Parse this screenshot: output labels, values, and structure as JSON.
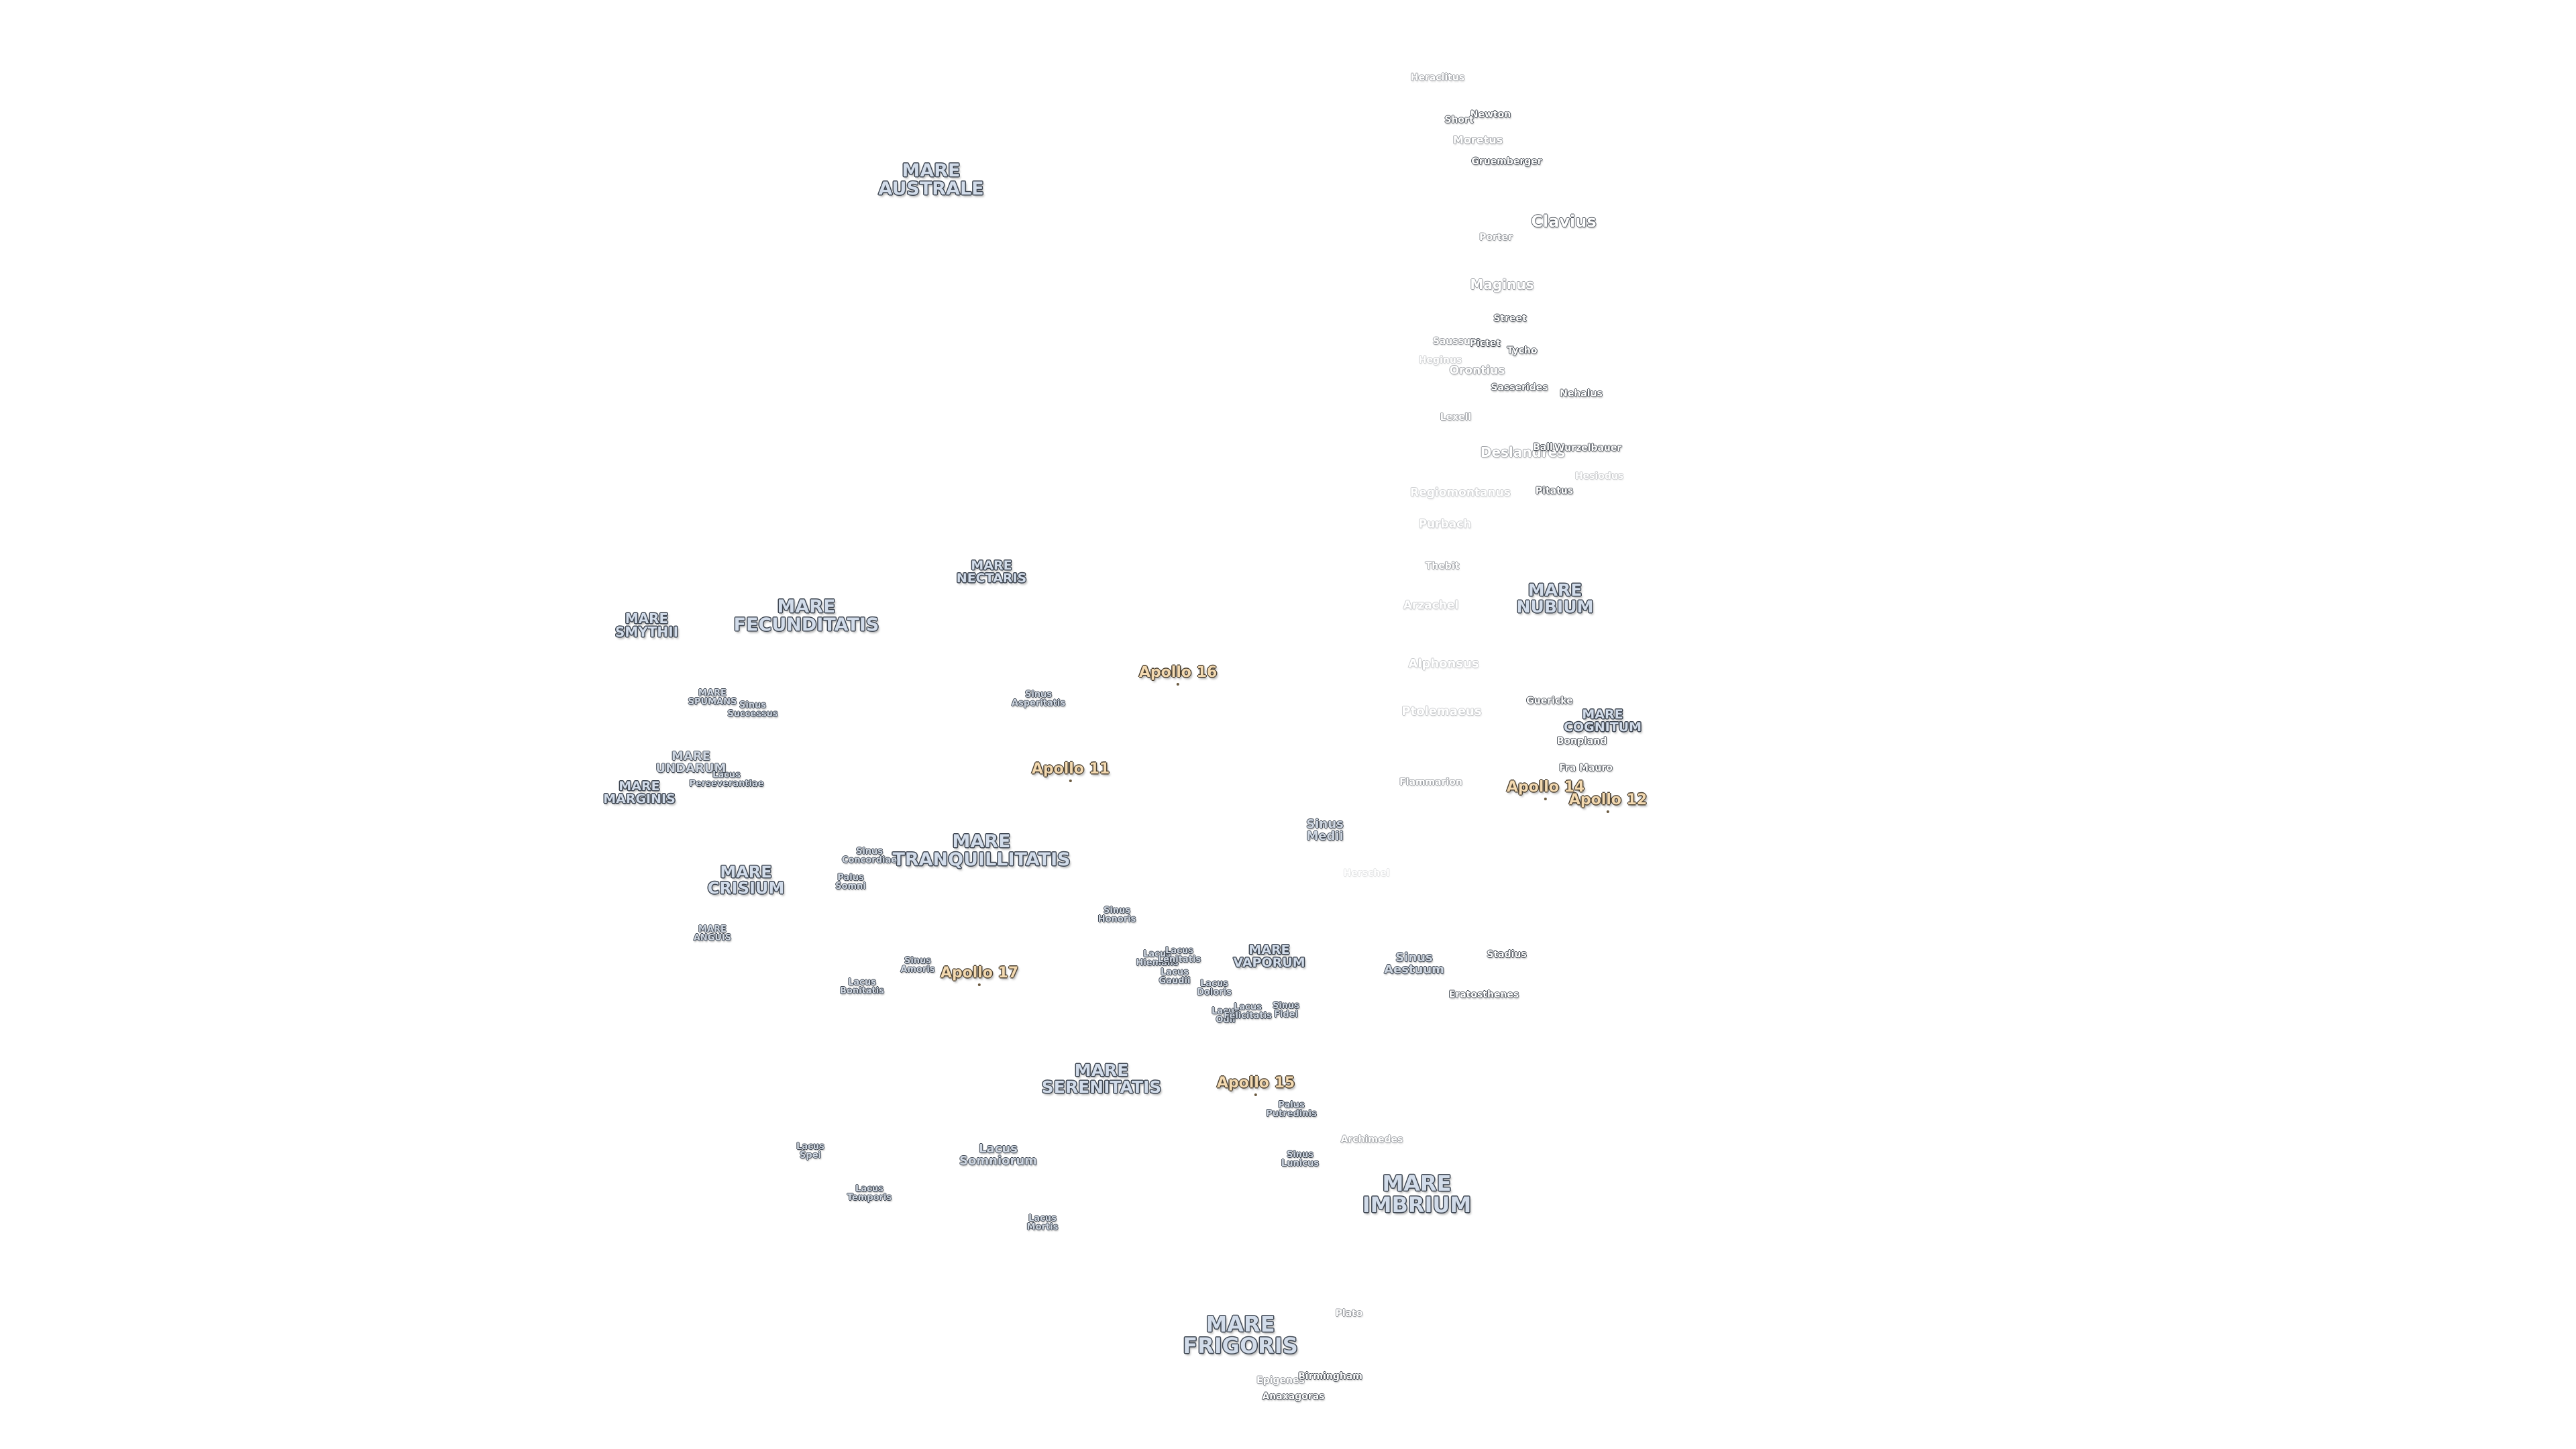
{
  "maria": [
    {
      "id": "mare-australe",
      "label": "MARE\nAUSTRALE"
    },
    {
      "id": "mare-nectaris",
      "label": "MARE\nNECTARIS"
    },
    {
      "id": "mare-smythii",
      "label": "MARE\nSMYTHII"
    },
    {
      "id": "mare-fecunditatis",
      "label": "MARE\nFECUNDITATIS"
    },
    {
      "id": "mare-tranquillitatis",
      "label": "MARE\nTRANQUILLITATIS"
    },
    {
      "id": "mare-crisium",
      "label": "MARE\nCRISIUM"
    },
    {
      "id": "mare-marginis",
      "label": "MARE\nMARGINIS"
    },
    {
      "id": "mare-serenitatis",
      "label": "MARE\nSERENITATIS"
    },
    {
      "id": "mare-vaporum",
      "label": "MARE\nVAPORUM"
    },
    {
      "id": "mare-nubium",
      "label": "MARE\nNUBIUM"
    },
    {
      "id": "mare-cognitum",
      "label": "MARE\nCOGNITUM"
    },
    {
      "id": "mare-imbrium",
      "label": "MARE\nIMBRIUM"
    },
    {
      "id": "mare-frigoris",
      "label": "MARE\nFRIGORIS"
    }
  ],
  "small_features": [
    {
      "id": "mare-spumans",
      "label": "MARE\nSPUMANS"
    },
    {
      "id": "sinus-successus",
      "label": "Sinus\nSuccessus"
    },
    {
      "id": "mare-undarum",
      "label": "MARE\nUNDARUM"
    },
    {
      "id": "lacus-perseverantiae",
      "label": "Lacus\nPerseverantiae"
    },
    {
      "id": "sinus-asperitatis",
      "label": "Sinus\nAsperitatis"
    },
    {
      "id": "sinus-concordiae",
      "label": "Sinus\nConcordiae"
    },
    {
      "id": "palus-somni",
      "label": "Palus\nSomni"
    },
    {
      "id": "mare-anguis",
      "label": "MARE\nANGUIS"
    },
    {
      "id": "sinus-amoris",
      "label": "Sinus\nAmoris"
    },
    {
      "id": "lacus-bonitatis",
      "label": "Lacus\nBonitatis"
    },
    {
      "id": "sinus-honoris",
      "label": "Sinus\nHonoris"
    },
    {
      "id": "lacus-hiemalis",
      "label": "Lacus\nHiemalis"
    },
    {
      "id": "lacus-lenitatis",
      "label": "Lacus\nLenitatis"
    },
    {
      "id": "lacus-gaudii",
      "label": "Lacus\nGaudii"
    },
    {
      "id": "lacus-doloris",
      "label": "Lacus\nDoloris"
    },
    {
      "id": "lacus-odii",
      "label": "Lacus\nOdii"
    },
    {
      "id": "lacus-felicitatis",
      "label": "Lacus\nFelicitatis"
    },
    {
      "id": "sinus-fidei",
      "label": "Sinus\nFidei"
    },
    {
      "id": "sinus-medii",
      "label": "Sinus\nMedii"
    },
    {
      "id": "sinus-aestuum",
      "label": "Sinus\nAestuum"
    },
    {
      "id": "palus-putredinis",
      "label": "Palus\nPutredinis"
    },
    {
      "id": "sinus-lunicus",
      "label": "Sinus\nLunicus"
    },
    {
      "id": "lacus-spei",
      "label": "Lacus\nSpei"
    },
    {
      "id": "lacus-somniorum",
      "label": "Lacus\nSomniorum"
    },
    {
      "id": "lacus-temporis",
      "label": "Lacus\nTemporis"
    },
    {
      "id": "lacus-mortis",
      "label": "Lacus\nMortis"
    }
  ],
  "craters": [
    {
      "id": "heraclitus",
      "label": "Heraclitus"
    },
    {
      "id": "newton",
      "label": "Newton"
    },
    {
      "id": "short",
      "label": "Short"
    },
    {
      "id": "moretus",
      "label": "Moretus"
    },
    {
      "id": "gruemberger",
      "label": "Gruemberger"
    },
    {
      "id": "clavius",
      "label": "Clavius"
    },
    {
      "id": "porter",
      "label": "Porter"
    },
    {
      "id": "maginus",
      "label": "Maginus"
    },
    {
      "id": "street",
      "label": "Street"
    },
    {
      "id": "saussure",
      "label": "Saussure"
    },
    {
      "id": "pictet",
      "label": "Pictet"
    },
    {
      "id": "tycho",
      "label": "Tycho"
    },
    {
      "id": "heginus",
      "label": "Heginus"
    },
    {
      "id": "orontius",
      "label": "Orontius"
    },
    {
      "id": "sasserides",
      "label": "Sasserides"
    },
    {
      "id": "nehalus",
      "label": "Nehalus"
    },
    {
      "id": "lexell",
      "label": "Lexell"
    },
    {
      "id": "deslandres",
      "label": "Deslandres"
    },
    {
      "id": "ball",
      "label": "Ball"
    },
    {
      "id": "wurzelbauer",
      "label": "Wurzelbauer"
    },
    {
      "id": "regiomontanus",
      "label": "Regiomontanus"
    },
    {
      "id": "pitatus",
      "label": "Pitatus"
    },
    {
      "id": "hesiodus",
      "label": "Hesiodus"
    },
    {
      "id": "purbach",
      "label": "Purbach"
    },
    {
      "id": "thebit",
      "label": "Thebit"
    },
    {
      "id": "arzachel",
      "label": "Arzachel"
    },
    {
      "id": "alphonsus",
      "label": "Alphonsus"
    },
    {
      "id": "guericke",
      "label": "Guericke"
    },
    {
      "id": "ptolemaeus",
      "label": "Ptolemaeus"
    },
    {
      "id": "bonpland",
      "label": "Bonpland"
    },
    {
      "id": "fra-mauro",
      "label": "Fra Mauro"
    },
    {
      "id": "flammarion",
      "label": "Flammarion"
    },
    {
      "id": "herschel",
      "label": "Herschel"
    },
    {
      "id": "stadius",
      "label": "Stadius"
    },
    {
      "id": "eratosthenes",
      "label": "Eratosthenes"
    },
    {
      "id": "archimedes",
      "label": "Archimedes"
    },
    {
      "id": "plato",
      "label": "Plato"
    },
    {
      "id": "birmingham",
      "label": "Birmingham"
    },
    {
      "id": "epigenes",
      "label": "Epigenes"
    },
    {
      "id": "anaxagoras",
      "label": "Anaxagoras"
    }
  ],
  "landing_sites": [
    {
      "id": "apollo-16",
      "label": "Apollo 16"
    },
    {
      "id": "apollo-11",
      "label": "Apollo 11"
    },
    {
      "id": "apollo-14",
      "label": "Apollo 14"
    },
    {
      "id": "apollo-12",
      "label": "Apollo 12"
    },
    {
      "id": "apollo-17",
      "label": "Apollo 17"
    },
    {
      "id": "apollo-15",
      "label": "Apollo 15"
    }
  ]
}
